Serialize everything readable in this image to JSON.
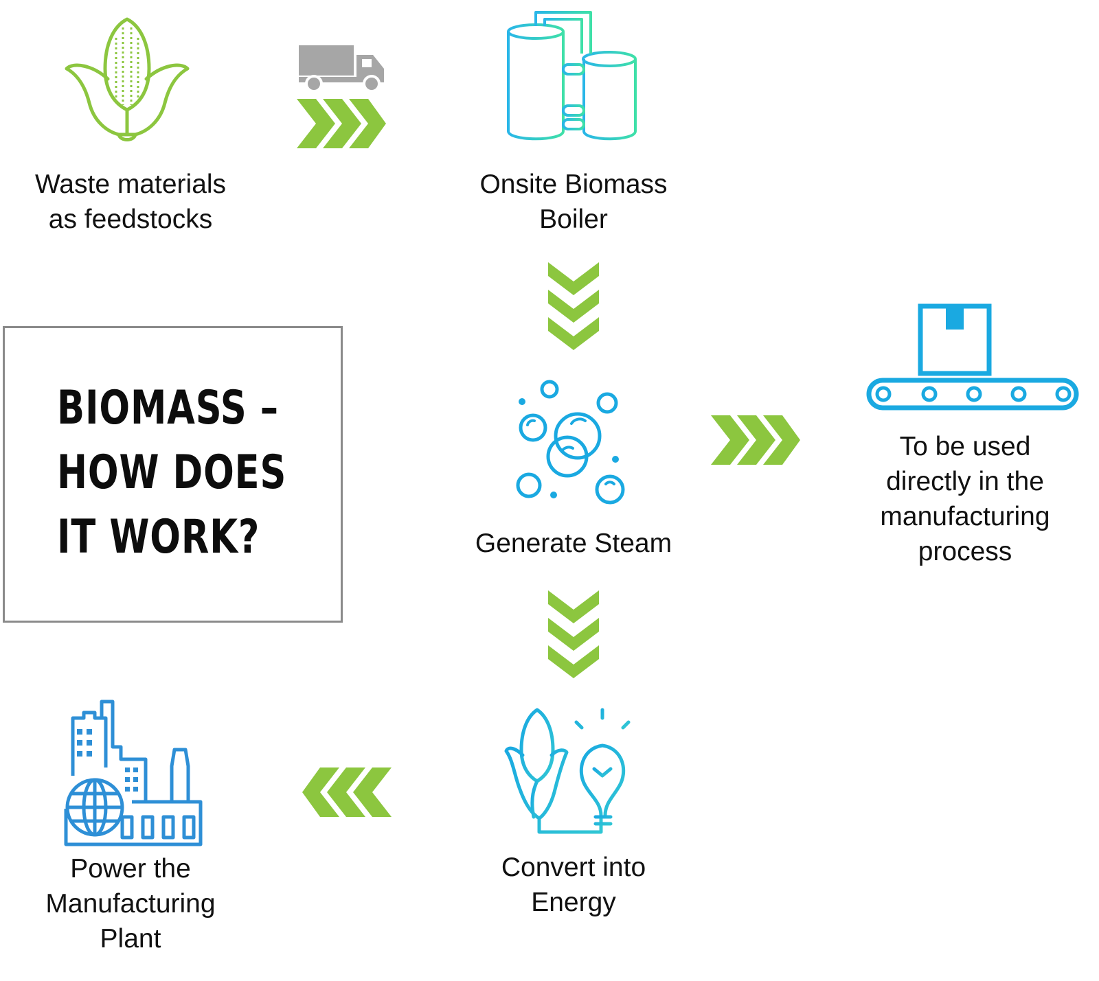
{
  "title": "BIOMASS –\nHOW DOES\nIT WORK?",
  "steps": {
    "feedstock": {
      "label": "Waste materials\nas feedstocks",
      "icon": "corn-icon"
    },
    "boiler": {
      "label": "Onsite Biomass\nBoiler",
      "icon": "boiler-tanks-icon"
    },
    "steam": {
      "label": "Generate Steam",
      "icon": "steam-bubbles-icon"
    },
    "manufacturing_process": {
      "label": "To be used\ndirectly in the\nmanufacturing\nprocess",
      "icon": "conveyor-box-icon"
    },
    "energy": {
      "label": "Convert into\nEnergy",
      "icon": "corn-lightbulb-icon"
    },
    "plant": {
      "label": "Power the\nManufacturing\nPlant",
      "icon": "factory-globe-icon"
    }
  },
  "transport": {
    "icon": "truck-icon"
  },
  "colors": {
    "green_arrow": "#8cc63f",
    "corn_green": "#8cc63f",
    "truck_gray": "#a6a6a6",
    "steam_blue": "#1aa9e1",
    "conveyor_blue": "#1aa9e1",
    "factory_blue": "#2e8fd6",
    "box_border": "#8a8a8a"
  }
}
